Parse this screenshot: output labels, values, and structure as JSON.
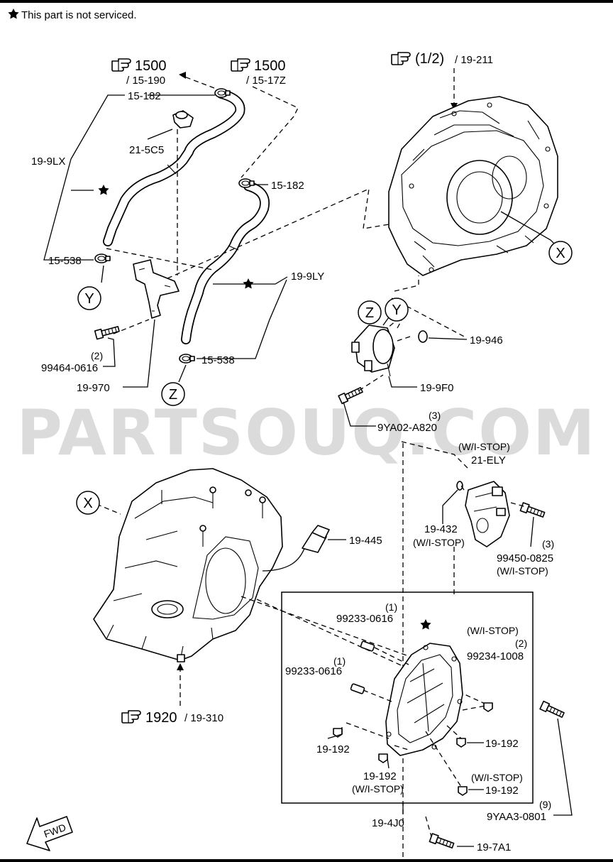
{
  "note": {
    "icon": "star-icon",
    "text": "This part is not serviced."
  },
  "watermark": "PARTSOUQ.COM",
  "refs": [
    {
      "id": "ref-1500-15190",
      "main": "1500",
      "sub": "/ 15-190"
    },
    {
      "id": "ref-1500-1517z",
      "main": "1500",
      "sub": "/ 15-17Z"
    },
    {
      "id": "ref-12-19211",
      "main": "(1/2)",
      "sub": "/ 19-211"
    },
    {
      "id": "ref-1920-19310",
      "main": "1920",
      "sub": "/ 19-310"
    }
  ],
  "labels": {
    "p15182a": "15-182",
    "p215c5": "21-5C5",
    "p199lx": "19-9LX",
    "p15182b": "15-182",
    "p15538a": "15-538",
    "p199ly": "19-9LY",
    "p99464q": "(2)",
    "p99464": "99464-0616",
    "p15538b": "15-538",
    "p19970": "19-970",
    "p19946": "19-946",
    "p199f0": "19-9F0",
    "p9ya02q": "(3)",
    "p9ya02": "9YA02-A820",
    "p21elyq": "(W/I-STOP)",
    "p21ely": "21-ELY",
    "p19432": "19-432",
    "p19432q": "(W/I-STOP)",
    "p99450q": "(3)",
    "p99450": "99450-0825",
    "p99450w": "(W/I-STOP)",
    "p19445": "19-445",
    "p99233aq": "(1)",
    "p99233a": "99233-0616",
    "p99234w": "(W/I-STOP)",
    "p99234q": "(2)",
    "p99234": "99234-1008",
    "p99233bq": "(1)",
    "p99233b": "99233-0616",
    "p19192a": "19-192",
    "p19192b": "19-192",
    "p19192c": "19-192",
    "p19192cw": "(W/I-STOP)",
    "p19192d": "19-192",
    "p19192dw": "(W/I-STOP)",
    "p9ya03q": "(9)",
    "p9ya03": "9YAA3-0801",
    "p194j0": "19-4J0",
    "p197a1": "19-7A1"
  },
  "callouts": {
    "x": "X",
    "y": "Y",
    "z": "Z"
  },
  "fwd": "FWD",
  "icons": {
    "ref": "pointing-hand-icon",
    "star": "star-icon",
    "fwd": "fwd-arrow-icon"
  }
}
